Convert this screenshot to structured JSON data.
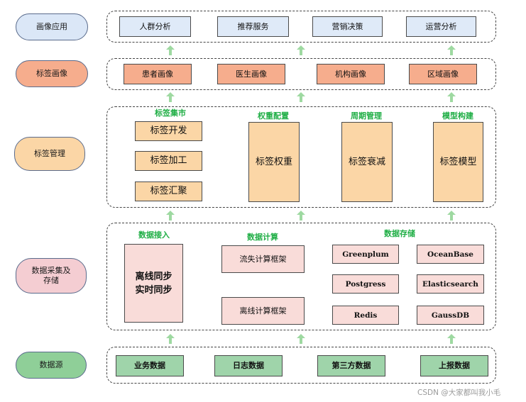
{
  "layers": {
    "portrait_app": "画像应用",
    "tag_portrait": "标签画像",
    "tag_mgmt": "标签管理",
    "collect_store": "数据采集及存储",
    "source": "数据源"
  },
  "apps": [
    "人群分析",
    "推荐服务",
    "营销决策",
    "运营分析"
  ],
  "portraits": [
    "患者画像",
    "医生画像",
    "机构画像",
    "区域画像"
  ],
  "mgmt": {
    "market_title": "标签集市",
    "market_items": [
      "标签开发",
      "标签加工",
      "标签汇聚"
    ],
    "weight_title": "权重配置",
    "weight_box": "标签权重",
    "cycle_title": "周期管理",
    "cycle_box": "标签衰减",
    "model_title": "模型构建",
    "model_box": "标签模型"
  },
  "collect": {
    "ingest_title": "数据接入",
    "ingest_line1": "离线同步",
    "ingest_line2": "实时同步",
    "compute_title": "数据计算",
    "compute_items": [
      "流失计算框架",
      "离线计算框架"
    ],
    "storage_title": "数据存储",
    "storage_items": [
      "Greenplum",
      "OceanBase",
      "Postgress",
      "Elasticsearch",
      "Redis",
      "GaussDB"
    ]
  },
  "sources": [
    "业务数据",
    "日志数据",
    "第三方数据",
    "上报数据"
  ],
  "watermark": "CSDN @大家都叫我小毛",
  "colors": {
    "arrow": "#9ed9a1",
    "section_title": "#1fae45"
  }
}
